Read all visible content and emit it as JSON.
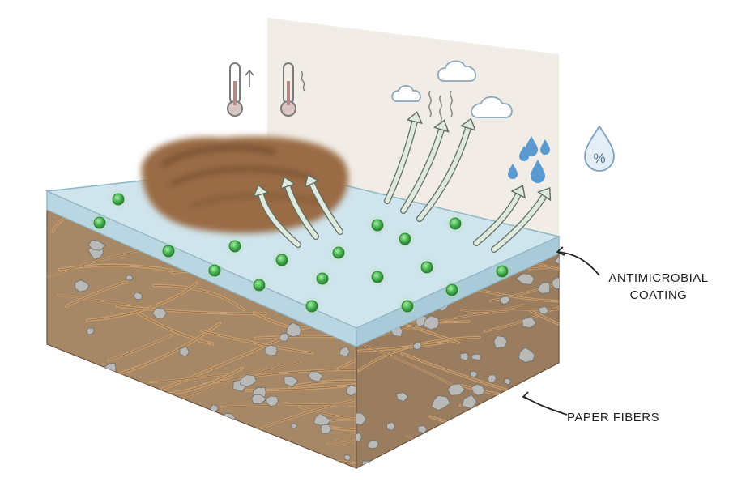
{
  "labels": {
    "coating_line1": "ANTIMICROBIAL",
    "coating_line2": "COATING",
    "fibers": "PAPER FIBERS"
  },
  "icons": {
    "thermometer_up": "thermometer-up-icon",
    "thermometer_heat": "thermometer-heat-icon",
    "clouds": "cloud-icon",
    "steam": "steam-icon",
    "droplets": "water-droplet-icon",
    "humidity": "humidity-percent-icon",
    "humidity_symbol": "%"
  },
  "colors": {
    "coating": "#c9e1ea",
    "coating_edge": "#8fb6c6",
    "soil": "#a98b6c",
    "fiber": "#c49a6c",
    "particle": "#b8b8b8",
    "antimicrobial_dot": "#3fae4a",
    "arrow": "#dfe8df",
    "backdrop": "#f2ede6",
    "food_item": "#9a6c45",
    "water": "#5b9ad0"
  }
}
